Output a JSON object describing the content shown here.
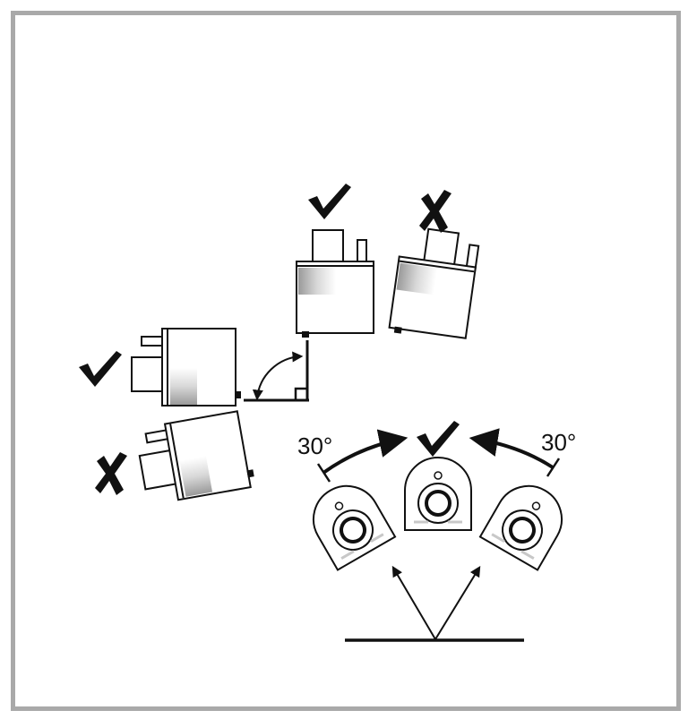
{
  "angle_left": "30°",
  "angle_right": "30°",
  "colors": {
    "frame": "#a9a9a9",
    "ink": "#111111",
    "device_fill": "#ffffff",
    "shade": "#d4d4d4"
  },
  "marks": [
    {
      "name": "upright-correct",
      "symbol": "check-icon"
    },
    {
      "name": "upright-tilted-wrong",
      "symbol": "cross-icon"
    },
    {
      "name": "side-correct",
      "symbol": "check-icon"
    },
    {
      "name": "side-tilted-wrong",
      "symbol": "cross-icon"
    },
    {
      "name": "front-centered-correct",
      "symbol": "check-icon"
    }
  ]
}
